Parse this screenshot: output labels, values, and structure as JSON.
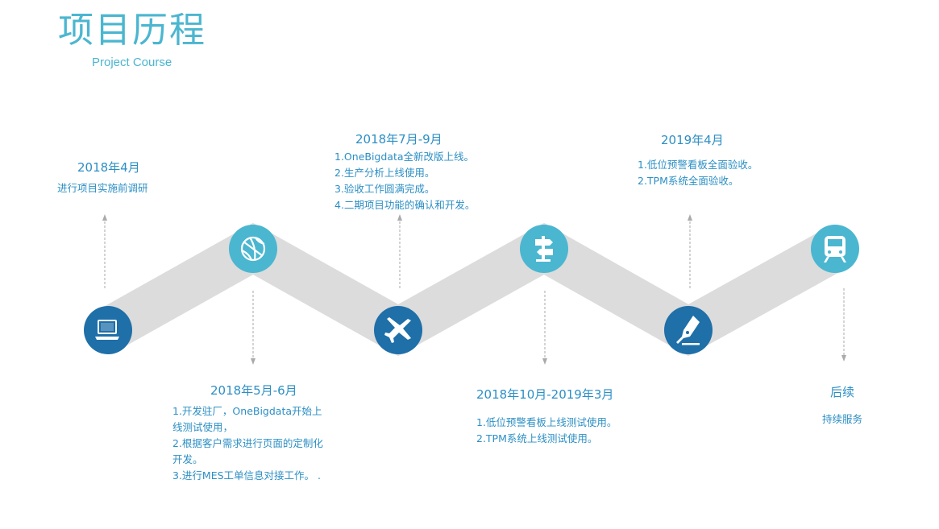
{
  "title": "项目历程",
  "subtitle": "Project Course",
  "milestones": [
    {
      "date": "2018年4月",
      "icon": "laptop-icon",
      "lines": [
        "进行项目实施前调研"
      ]
    },
    {
      "date": "2018年5月-6月",
      "icon": "basketball-icon",
      "lines": [
        "1.开发驻厂，OneBigdata开始上",
        "线测试使用，",
        "2.根据客户需求进行页面的定制化",
        "开发。",
        "3.进行MES工单信息对接工作。 ."
      ]
    },
    {
      "date": "2018年7月-9月",
      "icon": "airplane-icon",
      "lines": [
        "1.OneBigdata全新改版上线。",
        "2.生产分析上线使用。",
        "3.验收工作圆满完成。",
        "4.二期项目功能的确认和开发。"
      ]
    },
    {
      "date": "2018年10月-2019年3月",
      "icon": "signpost-icon",
      "lines": [
        "1.低位预警看板上线测试使用。",
        "2.TPM系统上线测试使用。"
      ]
    },
    {
      "date": "2019年4月",
      "icon": "pen-nib-icon",
      "lines": [
        "1.低位预警看板全面验收。",
        "2.TPM系统全面验收。"
      ]
    },
    {
      "date": "后续",
      "icon": "train-icon",
      "lines": [
        "持续服务"
      ]
    }
  ],
  "colors": {
    "accent_light": "#4bb6d0",
    "accent_dark": "#1f6fa8",
    "band": "#dcdcdc",
    "text": "#2c8fc4",
    "arrow": "#aaaaaa"
  }
}
